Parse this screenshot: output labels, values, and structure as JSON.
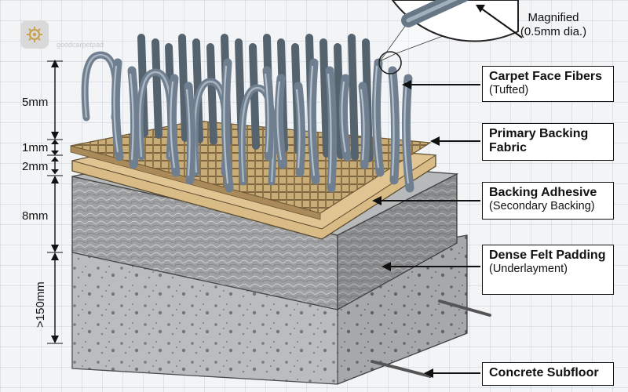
{
  "magnified": {
    "title": "Magnified",
    "detail": "(0.5mm dia.)"
  },
  "watermark": "goodcarpetpad",
  "layers": [
    {
      "title": "Carpet Face Fibers",
      "subtitle": "(Tufted)",
      "thickness": "5mm"
    },
    {
      "title": "Primary Backing Fabric",
      "subtitle": "",
      "thickness": "1mm"
    },
    {
      "title": "Backing Adhesive",
      "subtitle": "(Secondary Backing)",
      "thickness": "2mm"
    },
    {
      "title": "Dense Felt Padding",
      "subtitle": "(Underlayment)",
      "thickness": "8mm"
    },
    {
      "title": "Concrete Subfloor",
      "subtitle": "",
      "thickness": ">150mm"
    }
  ],
  "colors": {
    "fiber": "#6f7f8f",
    "weave": "#b89a6a",
    "adhesive": "#d9bb86",
    "felt": "#a9a9a9",
    "concrete": "#b6b9bc"
  }
}
